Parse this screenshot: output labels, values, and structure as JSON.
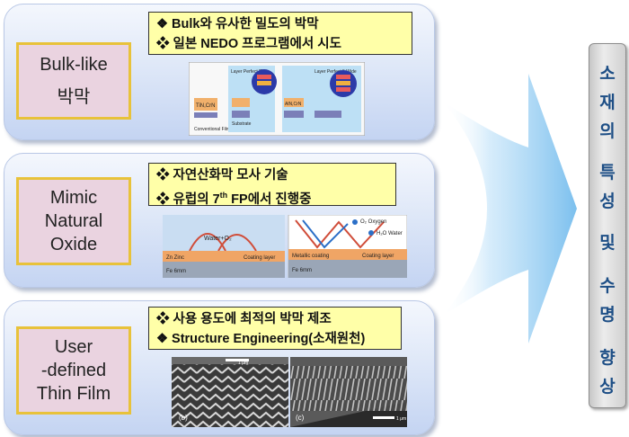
{
  "panels": [
    {
      "label_lines": [
        "Bulk-like",
        "박막"
      ],
      "bullets": [
        {
          "marker": "❖",
          "text": "Bulk와 유사한 밀도의 박막"
        },
        {
          "marker": "❖",
          "text": "일본 NEDO 프로그램에서 시도"
        }
      ],
      "figure_text": {
        "left_label": "TiN,CrN",
        "right_label": "AlN,CrN",
        "substrate": "Substrate",
        "conventional": "Conventional Film",
        "perfect1": "Layer Perfect Film",
        "perfect2": "Layer Perfect 5 Wide"
      }
    },
    {
      "label_lines": [
        "Mimic",
        "Natural",
        "Oxide"
      ],
      "bullets": [
        {
          "marker": "❖",
          "text": "자연산화막 모사 기술"
        },
        {
          "marker": "❖",
          "text_before": "유럽의 7",
          "sup": "th",
          "text_after": " FP에서 진행중"
        }
      ],
      "figure_text": {
        "water": "Water+O₂",
        "zn": "Zn Zinc",
        "coating1": "Coating layer",
        "fe": "Fe 6mm",
        "oxygen": "O₂ Oxygen",
        "h2o": "H₂O Water",
        "metallic": "Metallic coating",
        "coating2": "Coating layer"
      }
    },
    {
      "label_lines": [
        "User",
        "-defined",
        "Thin Film"
      ],
      "bullets": [
        {
          "marker": "❖",
          "text": "사용 용도에 최적의 박막 제조"
        },
        {
          "marker": "❖",
          "text": "Structure Engineering(소재원천)"
        }
      ],
      "figure_text": {
        "b": "(b)",
        "c": "(c)",
        "scale1": "1 μm",
        "scale2": "1 μm"
      }
    }
  ],
  "side_chars": [
    "소",
    "재",
    "의",
    "특",
    "성",
    "및",
    "수",
    "명",
    "향",
    "상"
  ],
  "colors": {
    "label_border": "#e8c23a",
    "label_fill": "#ead3e0",
    "callout_fill": "#ffffa8",
    "side_text": "#1e4f86",
    "arrow": "#8fc9f0"
  }
}
